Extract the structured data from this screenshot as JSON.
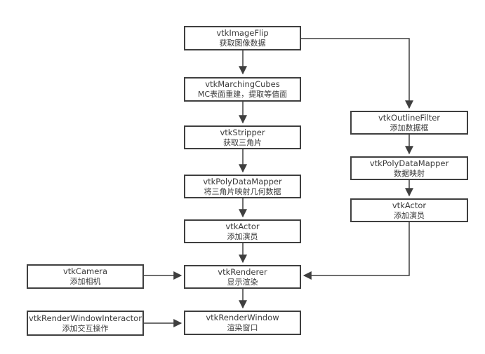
{
  "diagram": {
    "type": "flowchart",
    "colors": {
      "background": "#ffffff",
      "box_border": "#3f3f3f",
      "box_fill": "#ffffff",
      "text": "#3a3a3a",
      "line": "#3f3f3f"
    },
    "nodes": {
      "imageflip": {
        "name": "vtkImageFlip",
        "desc": "获取图像数据"
      },
      "marchingcubes": {
        "name": "vtkMarchingCubes",
        "desc": "MC表面重建，提取等值面"
      },
      "stripper": {
        "name": "vtkStripper",
        "desc": "获取三角片"
      },
      "polymapper_main": {
        "name": "vtkPolyDataMapper",
        "desc": "将三角片映射几何数据"
      },
      "actor_main": {
        "name": "vtkActor",
        "desc": "添加演员"
      },
      "renderer": {
        "name": "vtkRenderer",
        "desc": "显示渲染"
      },
      "renderwindow": {
        "name": "vtkRenderWindow",
        "desc": "渲染窗口"
      },
      "outlinefilter": {
        "name": "vtkOutlineFilter",
        "desc": "添加数据框"
      },
      "polymapper_right": {
        "name": "vtkPolyDataMapper",
        "desc": "数据映射"
      },
      "actor_right": {
        "name": "vtkActor",
        "desc": "添加演员"
      },
      "camera": {
        "name": "vtkCamera",
        "desc": "添加相机"
      },
      "interactor": {
        "name": "vtkRenderWindowInteractor",
        "desc": "添加交互操作"
      }
    },
    "edges": [
      {
        "from": "imageflip",
        "to": "marchingcubes"
      },
      {
        "from": "marchingcubes",
        "to": "stripper"
      },
      {
        "from": "stripper",
        "to": "polymapper_main"
      },
      {
        "from": "polymapper_main",
        "to": "actor_main"
      },
      {
        "from": "actor_main",
        "to": "renderer"
      },
      {
        "from": "renderer",
        "to": "renderwindow"
      },
      {
        "from": "imageflip",
        "to": "outlinefilter"
      },
      {
        "from": "outlinefilter",
        "to": "polymapper_right"
      },
      {
        "from": "polymapper_right",
        "to": "actor_right"
      },
      {
        "from": "actor_right",
        "to": "renderer"
      },
      {
        "from": "camera",
        "to": "renderer"
      },
      {
        "from": "interactor",
        "to": "renderwindow"
      }
    ]
  }
}
